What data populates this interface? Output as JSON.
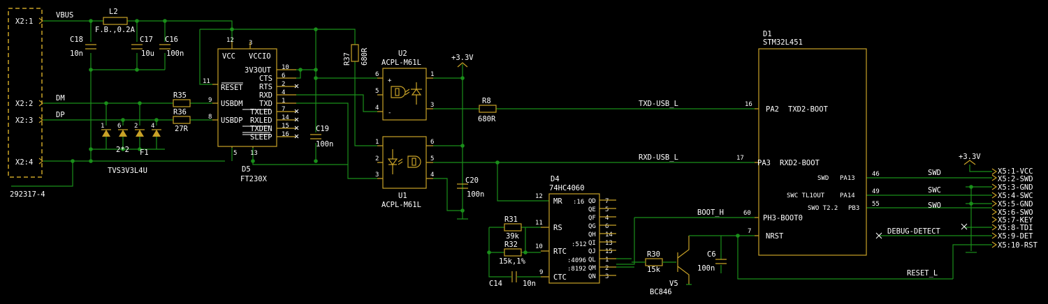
{
  "connector_x2": {
    "ref": "292317-4",
    "pins": [
      "X2:1",
      "X2:2",
      "X2:3",
      "X2:4"
    ]
  },
  "nets": {
    "vbus": "VBUS",
    "dm": "DM",
    "dp": "DP",
    "txd_usb": "TXD-USB_L",
    "rxd_usb": "RXD-USB_L",
    "boot_h": "BOOT_H",
    "reset_l": "RESET_L",
    "debug_detect": "DEBUG-DETECT",
    "swd": "SWD",
    "swc": "SWC",
    "swo": "SWO",
    "v33": "+3.3V"
  },
  "parts": {
    "l2": {
      "ref": "L2",
      "value": "F.B.,0.2A"
    },
    "c18": {
      "ref": "C18",
      "value": "10n"
    },
    "c17": {
      "ref": "C17",
      "value": "10u"
    },
    "c16": {
      "ref": "C16",
      "value": "100n"
    },
    "r35": {
      "ref": "R35"
    },
    "r36": {
      "ref": "R36",
      "value": "27R"
    },
    "f1": {
      "ref": "F1",
      "value": "2*2",
      "part": "TVS3V3L4U",
      "pins": [
        "1",
        "6",
        "2",
        "4"
      ]
    },
    "c19": {
      "ref": "C19",
      "value": "100n"
    },
    "r37": {
      "ref": "R37",
      "value": "680R"
    },
    "r8": {
      "ref": "R8",
      "value": "680R"
    },
    "c20": {
      "ref": "C20",
      "value": "100n"
    },
    "u2": {
      "ref": "U2",
      "part": "ACPL-M61L"
    },
    "u1": {
      "ref": "U1",
      "part": "ACPL-M61L"
    },
    "r31": {
      "ref": "R31",
      "value": "39k"
    },
    "r32": {
      "ref": "R32",
      "value": "15k,1%"
    },
    "c14": {
      "ref": "C14",
      "value": "10n"
    },
    "r30": {
      "ref": "R30",
      "value": "15k"
    },
    "v5": {
      "ref": "V5",
      "part": "BC846"
    },
    "c6": {
      "ref": "C6",
      "value": "100n"
    }
  },
  "d5": {
    "ref": "D5",
    "part": "FT230X",
    "top_labels": [
      "VCC",
      "VCCIO"
    ],
    "top_pins": [
      "12",
      "3"
    ],
    "left_pins": [
      [
        "11",
        "RESET"
      ],
      [
        "9",
        "USBDM"
      ],
      [
        "8",
        "USBDP"
      ]
    ],
    "right_pins": [
      [
        "10",
        "3V3OUT"
      ],
      [
        "6",
        "CTS"
      ],
      [
        "2",
        "RTS"
      ],
      [
        "4",
        "RXD"
      ],
      [
        "1",
        "TXD"
      ],
      [
        "7",
        "TXLED"
      ],
      [
        "14",
        "RXLED"
      ],
      [
        "15",
        "TXDEN"
      ],
      [
        "16",
        "SLEEP"
      ]
    ],
    "bottom_pins": [
      "5",
      "13"
    ]
  },
  "d4": {
    "ref": "D4",
    "part": "74HC4060",
    "left": [
      [
        "12",
        "MR"
      ],
      [
        "11",
        "RS"
      ],
      [
        "10",
        "RTC"
      ],
      [
        "9",
        "CTC"
      ]
    ],
    "inner": [
      ":16",
      ":512",
      ":4096",
      ":8192"
    ],
    "right": [
      [
        "QD",
        "7"
      ],
      [
        "QE",
        "5"
      ],
      [
        "QF",
        "4"
      ],
      [
        "QG",
        "6"
      ],
      [
        "QH",
        "14"
      ],
      [
        "QI",
        "13"
      ],
      [
        "QJ",
        "15"
      ],
      [
        "QL",
        "1"
      ],
      [
        "QM",
        "2"
      ],
      [
        "QN",
        "3"
      ]
    ]
  },
  "d1": {
    "ref": "D1",
    "part": "STM32L451",
    "pins": [
      [
        "16",
        "PA2",
        "TXD2-BOOT"
      ],
      [
        "17",
        "PA3",
        "RXD2-BOOT"
      ],
      [
        "60",
        "PH3-BOOT0"
      ],
      [
        "7",
        "NRST"
      ]
    ],
    "right": [
      [
        "46",
        "SWD",
        "PA13"
      ],
      [
        "49",
        "SWC TL1OUT",
        "PA14"
      ],
      [
        "55",
        "SWO T2.2",
        "PB3"
      ]
    ]
  },
  "x5": [
    "X5:1-VCC",
    "X5:2-SWD",
    "X5:3-GND",
    "X5:4-SWC",
    "X5:5-GND",
    "X5:6-SWO",
    "X5:7-KEY",
    "X5:8-TDI",
    "X5:9-DET",
    "X5:10-RST"
  ],
  "u_pins": {
    "u2": [
      "6",
      "5",
      "4",
      "1",
      "3"
    ],
    "u1": [
      "1",
      "2",
      "3",
      "6",
      "5",
      "4"
    ]
  }
}
